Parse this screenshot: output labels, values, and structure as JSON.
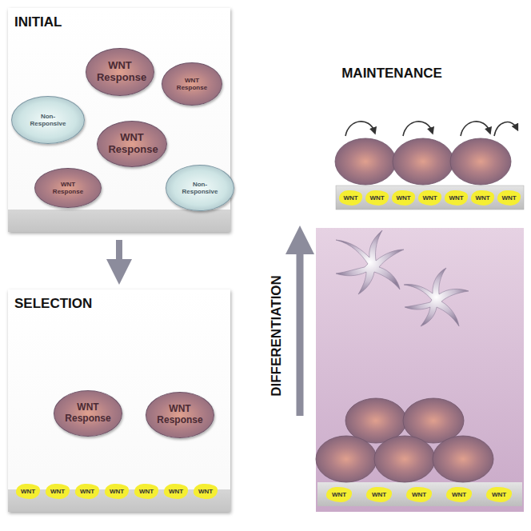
{
  "diagram": {
    "nodes": [
      {
        "text": [
          "INITIAL"
        ]
      },
      {
        "text": [
          "WNT Response"
        ],
        "in": 0
      },
      {
        "text": [
          "WNT Response"
        ],
        "in": 0
      },
      {
        "text": [
          "Non-Responsive"
        ],
        "in": 0
      },
      {
        "text": [
          "WNT Response"
        ],
        "in": 0
      },
      {
        "text": [
          "WNT Response"
        ],
        "in": 0
      },
      {
        "text": [
          "Non-Responsive"
        ],
        "in": 0
      },
      {
        "text": [
          "SELECTION"
        ]
      },
      {
        "text": [
          "WNT Response"
        ],
        "in": 7
      },
      {
        "text": [
          "WNT Response"
        ],
        "in": 7
      },
      {
        "text": [
          "WNT"
        ],
        "in": 7
      },
      {
        "text": [
          "WNT"
        ],
        "in": 7
      },
      {
        "text": [
          "WNT"
        ],
        "in": 7
      },
      {
        "text": [
          "WNT"
        ],
        "in": 7
      },
      {
        "text": [
          "WNT"
        ],
        "in": 7
      },
      {
        "text": [
          "WNT"
        ],
        "in": 7
      },
      {
        "text": [
          "WNT"
        ],
        "in": 7
      },
      {
        "text": [
          "WNT"
        ]
      },
      {
        "text": [
          "WNT"
        ]
      },
      {
        "text": [
          "WNT"
        ]
      },
      {
        "text": [
          "WNT"
        ]
      },
      {
        "text": [
          "WNT"
        ]
      },
      {
        "text": [
          "WNT"
        ]
      },
      {
        "text": [
          "WNT"
        ]
      },
      {
        "text": [
          "WNT"
        ]
      },
      {
        "text": [
          "WNT"
        ]
      },
      {
        "text": [
          "WNT"
        ]
      },
      {
        "text": [
          "WNT"
        ]
      },
      {
        "text": [
          "WNT"
        ]
      }
    ],
    "edges": [
      {
        "from": 0,
        "to": 7,
        "arrow": "to"
      }
    ],
    "labels": [
      "MAINTENANCE",
      "DIFFERENTIATION"
    ]
  }
}
